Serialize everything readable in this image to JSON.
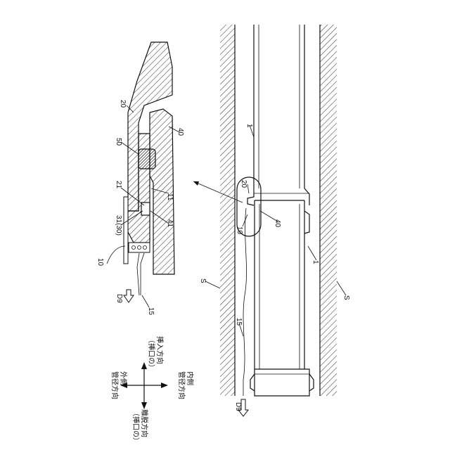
{
  "labels": {
    "pipe_left_1": "1",
    "pipe_right_1": "1",
    "ref_20_main": "20",
    "ref_10_main": "10",
    "ref_40_main": "40",
    "ref_15_main": "15",
    "ref_d9_main": "D9",
    "ref_s_left": "S",
    "ref_s_right": "S",
    "ref_20_detail": "20",
    "ref_40_detail": "40",
    "ref_50": "50",
    "ref_21": "21",
    "ref_11": "11",
    "ref_31_30": "31(30)",
    "ref_41": "41",
    "ref_10_detail": "10",
    "ref_d9_detail": "D9",
    "ref_15_detail": "15"
  },
  "legend": {
    "top": "（挿口の）\n挿入方向",
    "bottom": "（挿口の）\n離脱方向",
    "left": "管径方向\n外側",
    "right": "管径方向\n内側"
  }
}
